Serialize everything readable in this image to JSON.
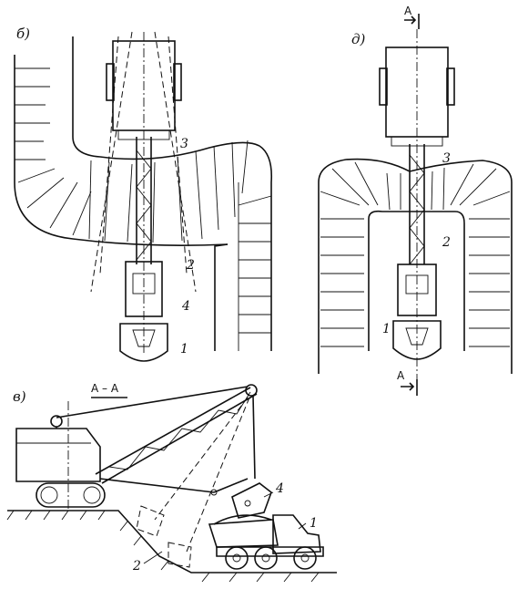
{
  "panels": {
    "b": {
      "label": "б)",
      "callouts": [
        "1",
        "2",
        "3",
        "4"
      ]
    },
    "d": {
      "label": "д)",
      "callouts": [
        "1",
        "2",
        "3"
      ],
      "section_mark_top": "A",
      "section_mark_bottom": "A"
    },
    "v": {
      "label": "в)",
      "section_title": "A – A",
      "callouts": [
        "1",
        "2",
        "4"
      ]
    }
  }
}
